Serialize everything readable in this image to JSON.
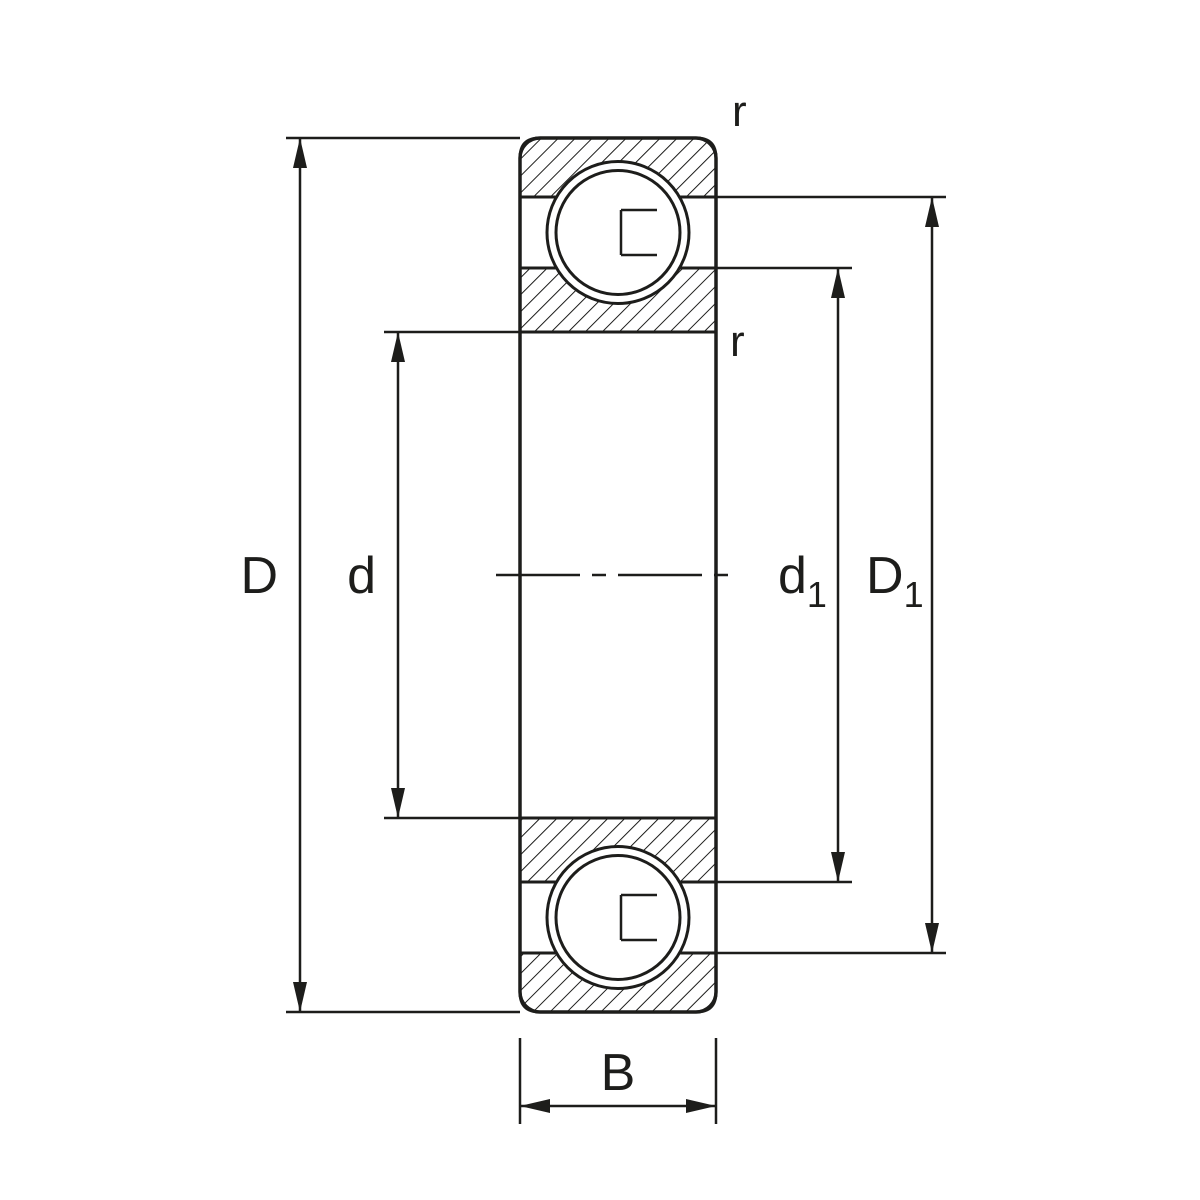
{
  "diagram": {
    "background_color": "#ffffff",
    "line_color": "#1d1d1b",
    "labels": {
      "outer_diameter": "D",
      "bore_diameter": "d",
      "inner_shoulder_base": "d",
      "inner_shoulder_sub": "1",
      "outer_shoulder_base": "D",
      "outer_shoulder_sub": "1",
      "width": "B",
      "corner_radius_top": "r",
      "corner_radius_inner": "r"
    }
  }
}
